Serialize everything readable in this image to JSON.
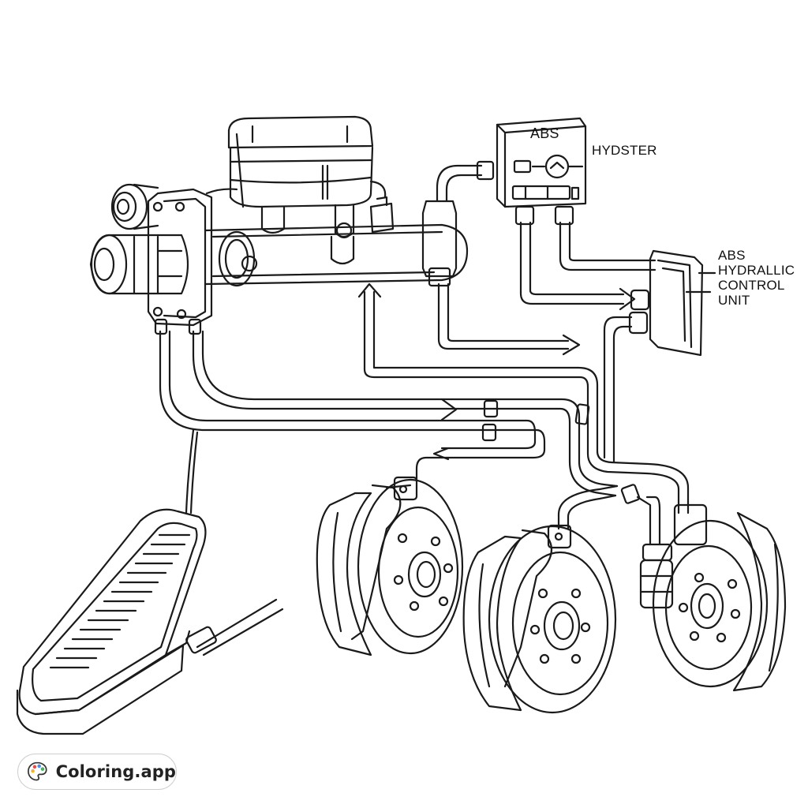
{
  "labels": {
    "abs_module": "ABS",
    "abs_module_side": "HYDSTER",
    "hydraulic_unit": [
      "ABS",
      "HYDRALLIC",
      "CONTROL",
      "UNIT"
    ]
  },
  "watermark": {
    "text": "Coloring.app",
    "icon": "palette-icon"
  },
  "colors": {
    "line": "#1a1a1a",
    "background": "#ffffff",
    "badge_border": "#cfcfcf"
  }
}
